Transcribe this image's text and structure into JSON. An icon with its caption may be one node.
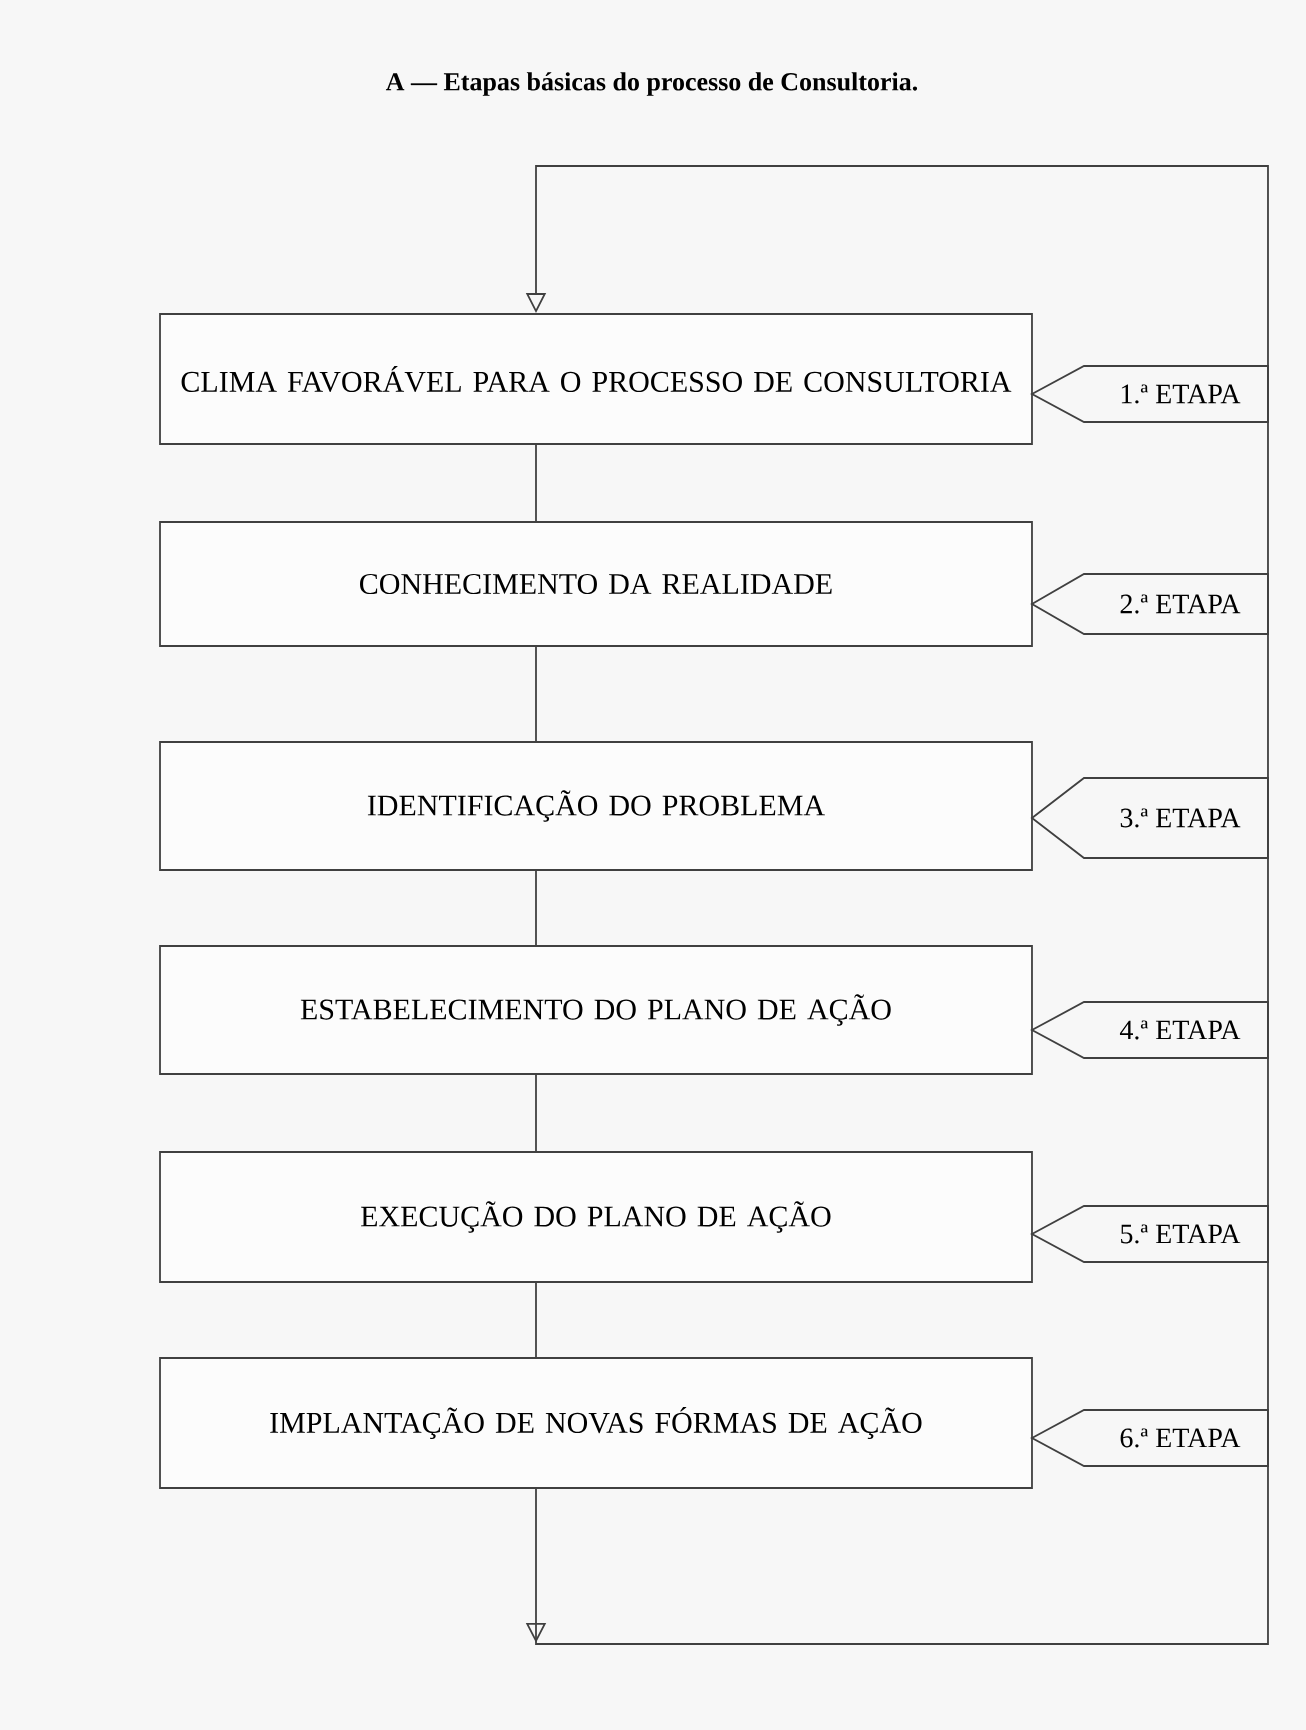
{
  "diagram": {
    "title": "A — Etapas básicas do processo de Consultoria.",
    "nodes": [
      {
        "text": [
          "CLIMA FAVORÁVEL PARA O PROCESSO DE CONSULTORIA"
        ]
      },
      {
        "text": [
          "1.ª ETAPA"
        ]
      },
      {
        "text": [
          "CONHECIMENTO DA REALIDADE"
        ]
      },
      {
        "text": [
          "2.ª ETAPA"
        ]
      },
      {
        "text": [
          "IDENTIFICAÇÃO DO PROBLEMA"
        ]
      },
      {
        "text": [
          "3.ª ETAPA"
        ]
      },
      {
        "text": [
          "ESTABELECIMENTO DO PLANO DE AÇÃO"
        ]
      },
      {
        "text": [
          "4.ª ETAPA"
        ]
      },
      {
        "text": [
          "EXECUÇÃO DO PLANO DE AÇÃO"
        ]
      },
      {
        "text": [
          "5.ª ETAPA"
        ]
      },
      {
        "text": [
          "IMPLANTAÇÃO DE NOVAS FÓRMAS DE AÇÃO"
        ]
      },
      {
        "text": [
          "6.ª ETAPA"
        ]
      }
    ],
    "edges": [
      {
        "from": 0,
        "to": 2,
        "arrow": "none"
      },
      {
        "from": 2,
        "to": 4,
        "arrow": "none"
      },
      {
        "from": 4,
        "to": 6,
        "arrow": "none"
      },
      {
        "from": 6,
        "to": 8,
        "arrow": "none"
      },
      {
        "from": 8,
        "to": 10,
        "arrow": "none"
      },
      {
        "from": 10,
        "to": 0,
        "arrow": "to"
      }
    ]
  }
}
